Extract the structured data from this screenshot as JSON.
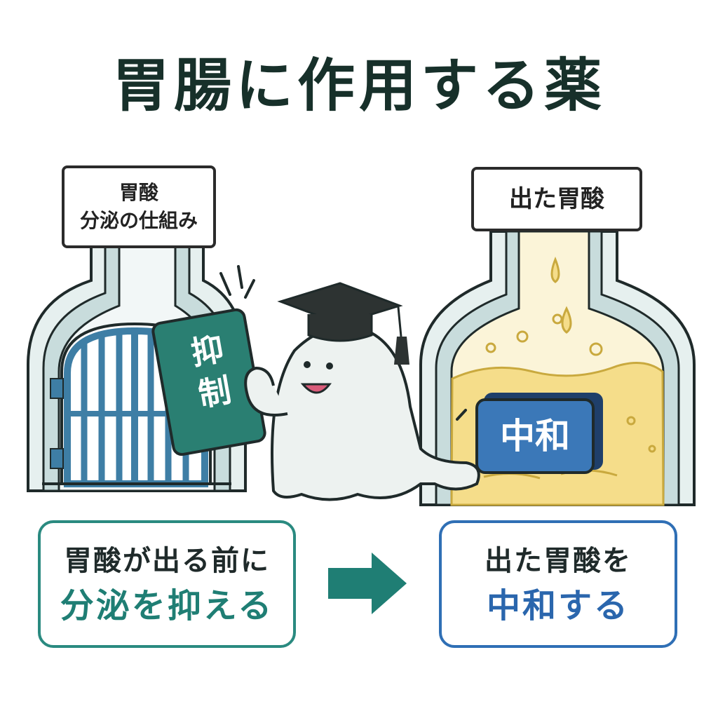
{
  "title": "胃腸に作用する薬",
  "left_panel": {
    "label_line1": "胃酸",
    "label_line2": "分泌の仕組み",
    "sign_line1": "抑",
    "sign_line2": "制"
  },
  "right_panel": {
    "label": "出た胃酸",
    "block_text": "中和"
  },
  "cards": {
    "left_line1": "胃酸が出る前に",
    "left_line2": "分泌を抑える",
    "right_line1": "出た胃酸を",
    "right_line2": "中和する"
  },
  "colors": {
    "teal": "#2a8a80",
    "blue": "#2f6fb5",
    "acid": "#f5dd8a",
    "arrow": "#1f7e74"
  }
}
